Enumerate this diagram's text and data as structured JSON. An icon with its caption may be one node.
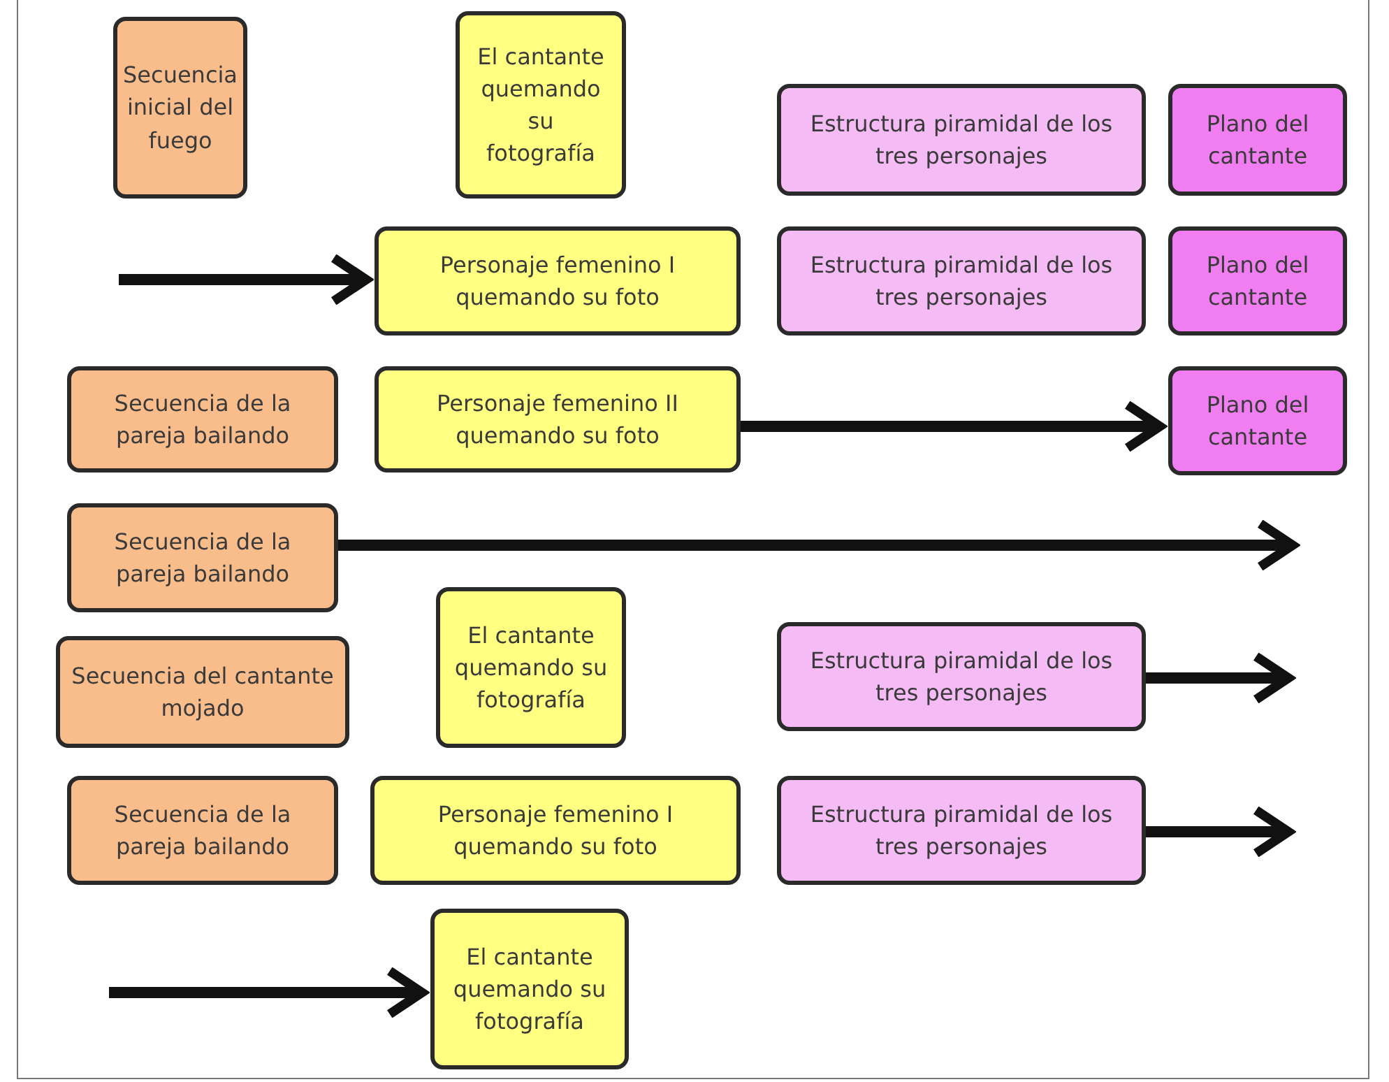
{
  "diagram": {
    "nodes": [
      {
        "text": [
          "Secuencia inicial del fuego"
        ]
      },
      {
        "text": [
          "El cantante quemando su fotografía"
        ]
      },
      {
        "text": [
          "Estructura piramidal de los tres personajes"
        ]
      },
      {
        "text": [
          "Plano del cantante"
        ]
      },
      {
        "text": [
          "Personaje femenino I quemando su foto"
        ]
      },
      {
        "text": [
          "Estructura piramidal de los tres personajes"
        ]
      },
      {
        "text": [
          "Plano del cantante"
        ]
      },
      {
        "text": [
          "Secuencia de la pareja bailando"
        ]
      },
      {
        "text": [
          "Personaje femenino II quemando su foto"
        ]
      },
      {
        "text": [
          "Plano del cantante"
        ]
      },
      {
        "text": [
          "Secuencia de la pareja bailando"
        ]
      },
      {
        "text": [
          "Secuencia del cantante mojado"
        ]
      },
      {
        "text": [
          "El cantante quemando su fotografía"
        ]
      },
      {
        "text": [
          "Estructura piramidal de los tres personajes"
        ]
      },
      {
        "text": [
          "Secuencia de la pareja bailando"
        ]
      },
      {
        "text": [
          "Personaje femenino I quemando su foto"
        ]
      },
      {
        "text": [
          "Estructura piramidal de los tres personajes"
        ]
      },
      {
        "text": [
          "El cantante quemando su fotografía"
        ]
      }
    ],
    "edges": [
      {
        "from": null,
        "to": 4,
        "arrow": "to"
      },
      {
        "from": 8,
        "to": 9,
        "arrow": "to"
      },
      {
        "from": 10,
        "to": null,
        "arrow": "to"
      },
      {
        "from": 13,
        "to": null,
        "arrow": "to"
      },
      {
        "from": 16,
        "to": null,
        "arrow": "to"
      },
      {
        "from": null,
        "to": 17,
        "arrow": "to"
      }
    ]
  }
}
